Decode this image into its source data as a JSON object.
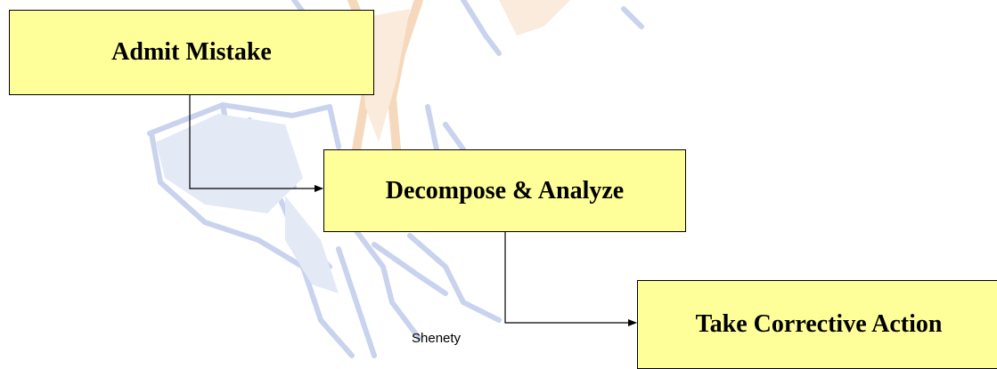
{
  "colors": {
    "box_fill": "#FFFF99",
    "box_border": "#000000",
    "watermark_blue": "#C9D3EE",
    "watermark_orange": "#F6D9BD"
  },
  "steps": [
    {
      "label": "Admit Mistake"
    },
    {
      "label": "Decompose & Analyze"
    },
    {
      "label": "Take Corrective Action"
    }
  ],
  "footer": {
    "text": "Shenety"
  },
  "watermark": {
    "icon": "fist-watermark-icon"
  }
}
